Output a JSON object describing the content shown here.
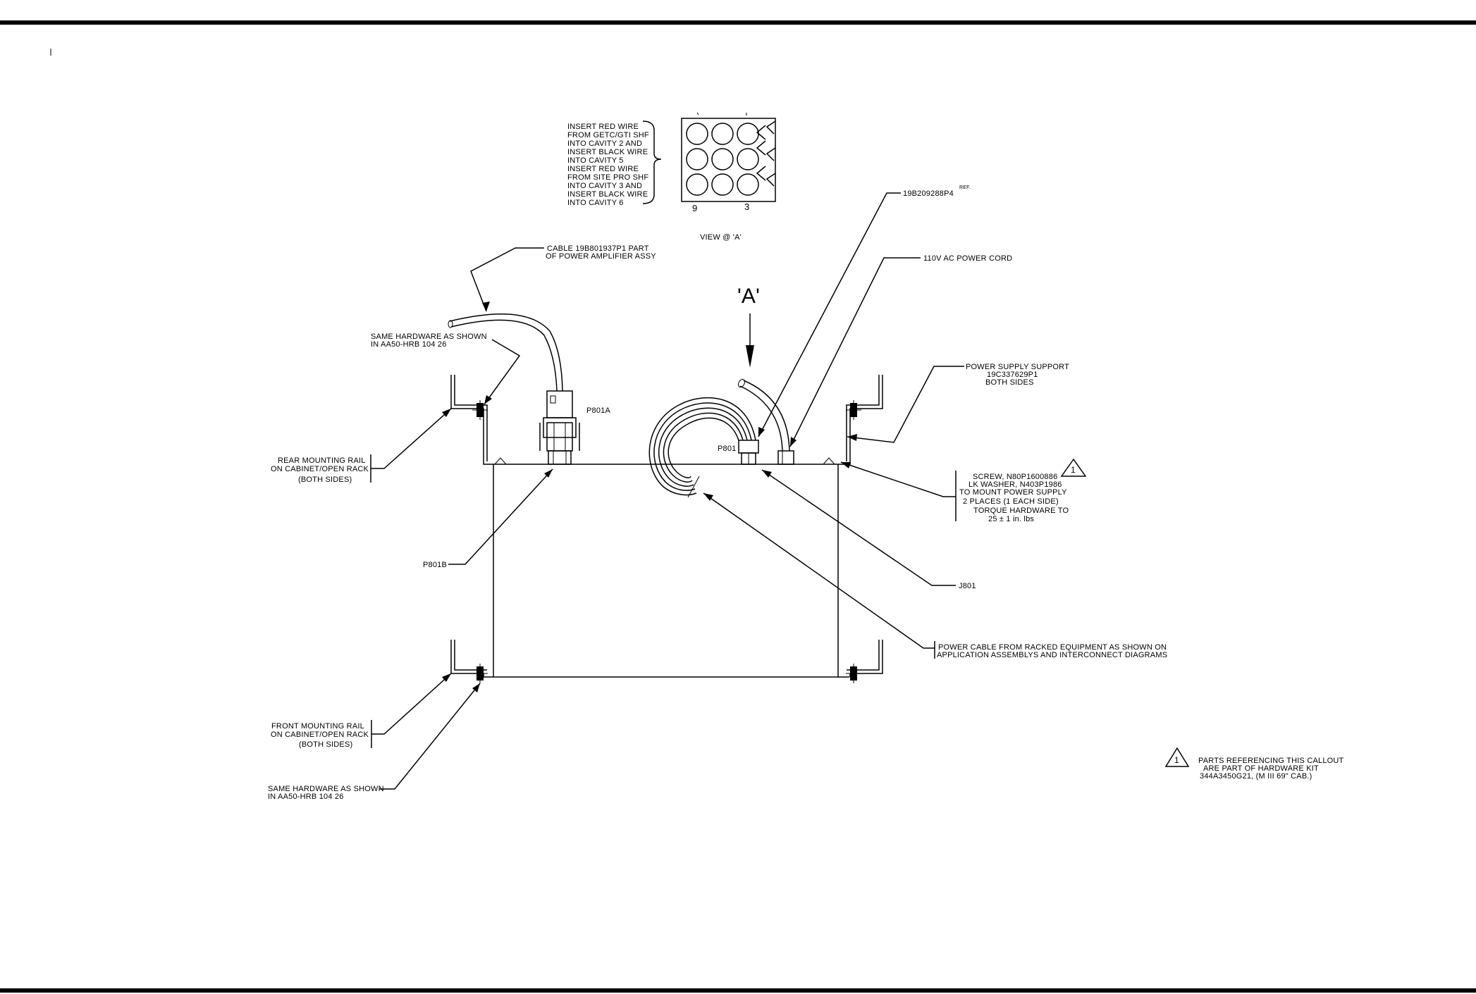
{
  "view_a": {
    "instruction_lines": [
      "INSERT RED WIRE",
      "FROM GETC/GTI SHF",
      "INTO CAVITY 2 AND",
      "INSERT BLACK WIRE",
      "INTO CAVITY 5",
      "INSERT RED WIRE",
      "FROM SITE PRO SHF",
      "INTO CAVITY 3 AND",
      "INSERT BLACK WIRE",
      "INTO CAVITY 6"
    ],
    "pin_9": "9",
    "pin_3": "3",
    "caption": "VIEW @ 'A'"
  },
  "labels": {
    "cable_line1": "CABLE 19B801937P1 PART",
    "cable_line2": "OF POWER AMPLIFIER ASSY",
    "part_ref": "19B209288P4",
    "part_ref_sup": "REF.",
    "power_cord": "110V AC POWER CORD",
    "view_arrow": "'A'",
    "hw_top_line1": "SAME HARDWARE AS SHOWN",
    "hw_top_line2": "IN AA50-HRB 104 26",
    "p801a": "P801A",
    "p801": "P801",
    "pss_line1": "POWER SUPPLY SUPPORT",
    "pss_line2": "19C337629P1",
    "pss_line3": "BOTH SIDES",
    "rear_line1": "REAR MOUNTING RAIL",
    "rear_line2": "ON CABINET/OPEN RACK",
    "rear_line3": "(BOTH SIDES)",
    "screw_line1": "SCREW, N80P1600886",
    "screw_line2": "LK WASHER, N403P1986",
    "screw_line3": "TO MOUNT POWER SUPPLY",
    "screw_line4": "2 PLACES (1 EACH SIDE)",
    "screw_line5": "TORQUE HARDWARE TO",
    "screw_line6": "25 ± 1 in. lbs",
    "flag_1": "1",
    "p801b": "P801B",
    "j801": "J801",
    "pc_line1": "POWER CABLE FROM RACKED EQUIPMENT AS SHOWN ON",
    "pc_line2": "APPLICATION ASSEMBLYS AND INTERCONNECT DIAGRAMS",
    "front_line1": "FRONT MOUNTING RAIL",
    "front_line2": "ON CABINET/OPEN RACK",
    "front_line3": "(BOTH SIDES)",
    "hw_bot_line1": "SAME HARDWARE AS SHOWN",
    "hw_bot_line2": "IN AA50-HRB 104 26",
    "note_flag": "1",
    "note_line1": "PARTS REFERENCING THIS CALLOUT",
    "note_line2": "ARE PART OF HARDWARE KIT",
    "note_line3": "344A3450G21,  (M III 69\" CAB.)"
  },
  "colors": {
    "ink": "#000000",
    "paper": "#ffffff"
  }
}
